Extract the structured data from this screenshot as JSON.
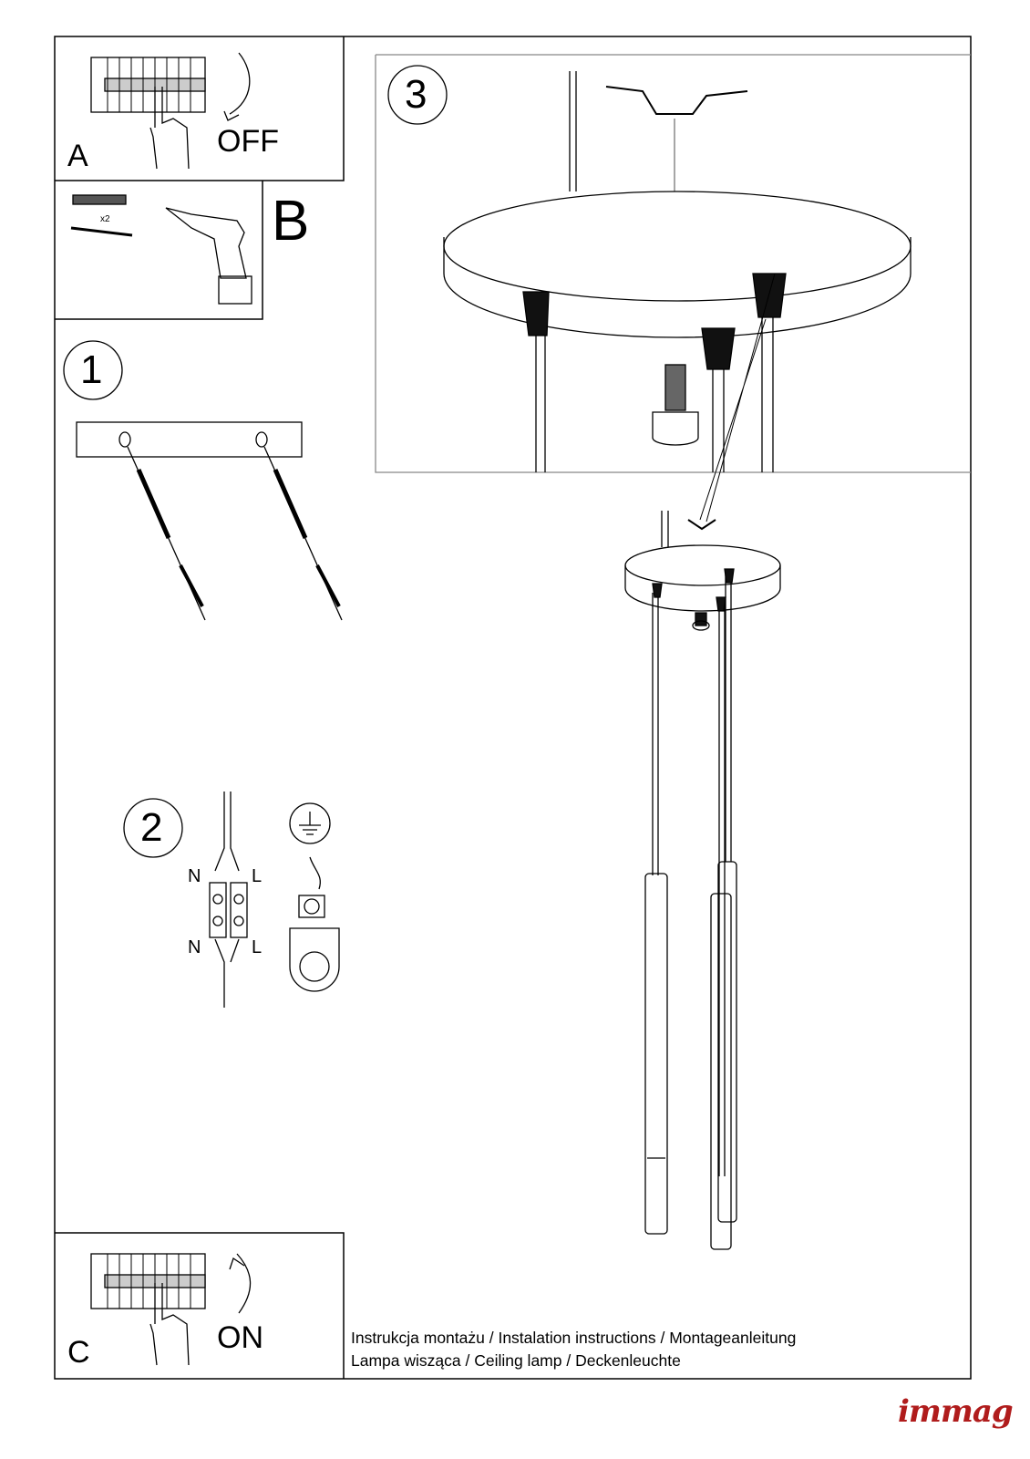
{
  "panels": {
    "a": {
      "label": "A",
      "action": "OFF"
    },
    "b": {
      "label": "B",
      "quantity": "x2"
    },
    "c": {
      "label": "C",
      "action": "ON"
    }
  },
  "steps": {
    "one": "1",
    "two": "2",
    "three": "3"
  },
  "wiring": {
    "top_left": "N",
    "top_right": "L",
    "bottom_left": "N",
    "bottom_right": "L"
  },
  "footer": {
    "line1": "Instrukcja montażu / Instalation instructions / Montageanleitung",
    "line2": "Lampa wisząca / Ceiling lamp / Deckenleuchte"
  },
  "brand": {
    "logo": "immag",
    "color": "#b01c1c"
  }
}
